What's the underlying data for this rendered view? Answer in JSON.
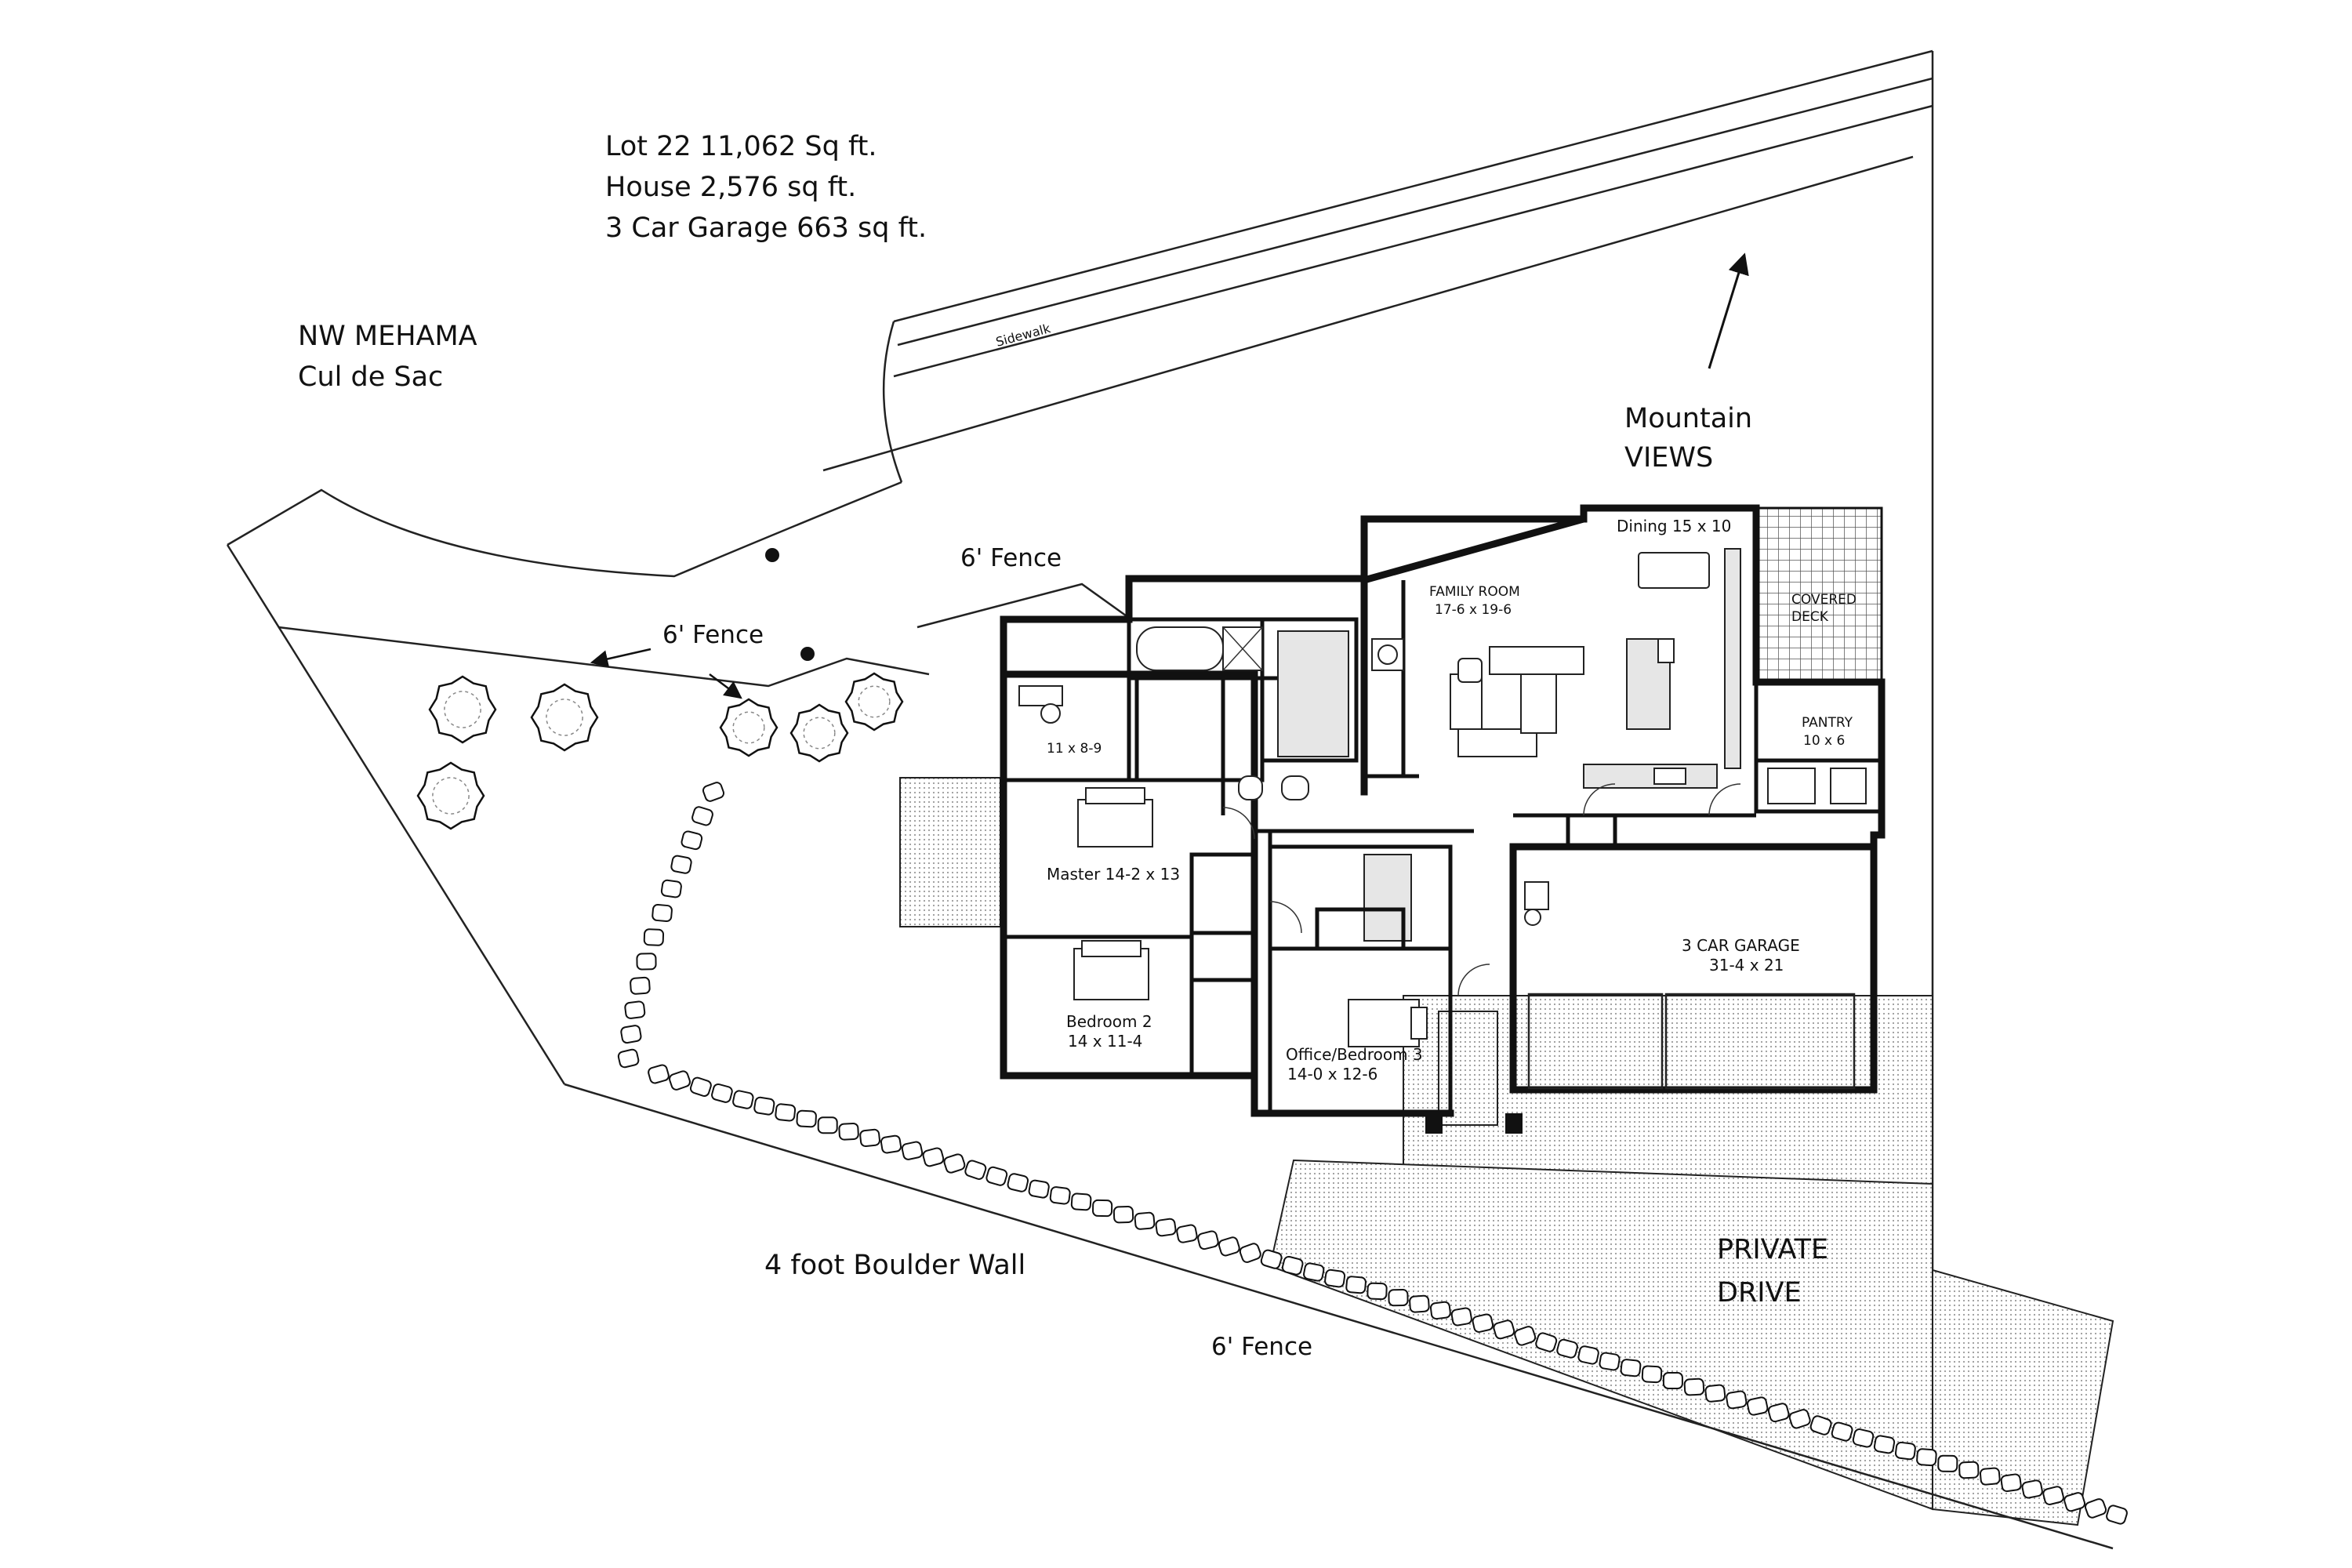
{
  "lot_info": {
    "lot": "Lot 22 11,062 Sq ft.",
    "house": "House 2,576 sq ft.",
    "garage": "3 Car Garage 663 sq ft."
  },
  "street": {
    "name": "NW MEHAMA",
    "type": "Cul de Sac",
    "sidewalk": "Sidewalk"
  },
  "views": {
    "line1": "Mountain",
    "line2": "VIEWS"
  },
  "fences": {
    "north_upper": "6' Fence",
    "north_lower": "6' Fence",
    "south": "6' Fence"
  },
  "site": {
    "boulder_wall": "4 foot Boulder Wall",
    "private_drive_1": "PRIVATE",
    "private_drive_2": "DRIVE"
  },
  "rooms": {
    "dining": "Dining 15 x 10",
    "family_room": "FAMILY ROOM",
    "family_room_size": "17-6 x 19-6",
    "covered_deck_1": "COVERED",
    "covered_deck_2": "DECK",
    "pantry": "PANTRY",
    "pantry_size": "10 x 6",
    "den": "11 x 8-9",
    "master": "Master 14-2 x 13",
    "bedroom2": "Bedroom 2",
    "bedroom2_size": "14 x 11-4",
    "office": "Office/Bedroom 3",
    "office_size": "14-0 x 12-6",
    "garage": "3 CAR GARAGE",
    "garage_size": "31-4 x 21"
  },
  "colors": {
    "line": "#111111",
    "hatch": "#c8c8c8",
    "paper": "#ffffff"
  }
}
